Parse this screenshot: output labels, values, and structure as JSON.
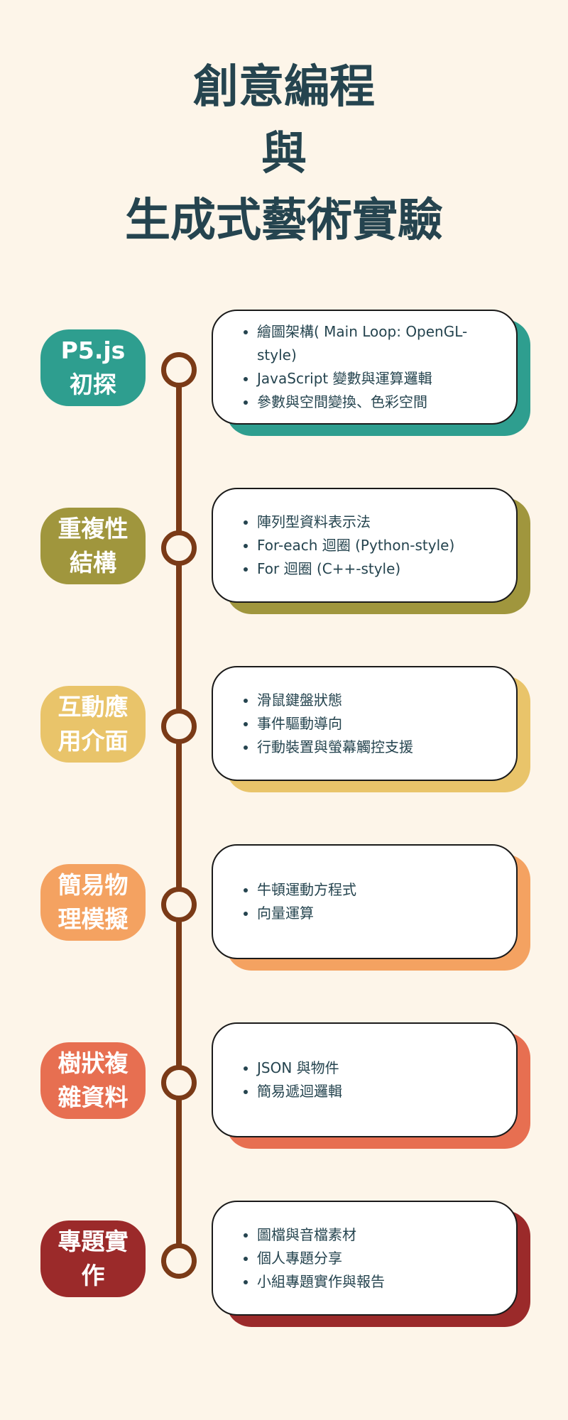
{
  "title": {
    "line1": "創意編程",
    "line2": "與",
    "line3": "生成式藝術實驗"
  },
  "colors": {
    "background": "#FDF5E9",
    "title": "#25444F",
    "timeline": "#7A3A17"
  },
  "sections": [
    {
      "label": "P5.js 初探",
      "color": "#2E9E8F",
      "items": [
        "繪圖架構( Main Loop: OpenGL-style)",
        "JavaScript 變數與運算邏輯",
        "參數與空間變換、色彩空間"
      ]
    },
    {
      "label": "重複性結構",
      "color": "#A0963D",
      "items": [
        "陣列型資料表示法",
        "For-each 迴圈 (Python-style)",
        "For 迴圈 (C++-style)"
      ]
    },
    {
      "label": "互動應用介面",
      "color": "#E9C46A",
      "items": [
        "滑鼠鍵盤狀態",
        "事件驅動導向",
        "行動裝置與螢幕觸控支援"
      ]
    },
    {
      "label": "簡易物理模擬",
      "color": "#F4A261",
      "items": [
        "牛頓運動方程式",
        "向量運算"
      ]
    },
    {
      "label": "樹狀複雜資料",
      "color": "#E76F51",
      "items": [
        "JSON 與物件",
        "簡易遞迴邏輯"
      ]
    },
    {
      "label": "專題實作",
      "color": "#9B2A2A",
      "items": [
        "圖檔與音檔素材",
        "個人專題分享",
        "小組專題實作與報告"
      ]
    }
  ]
}
